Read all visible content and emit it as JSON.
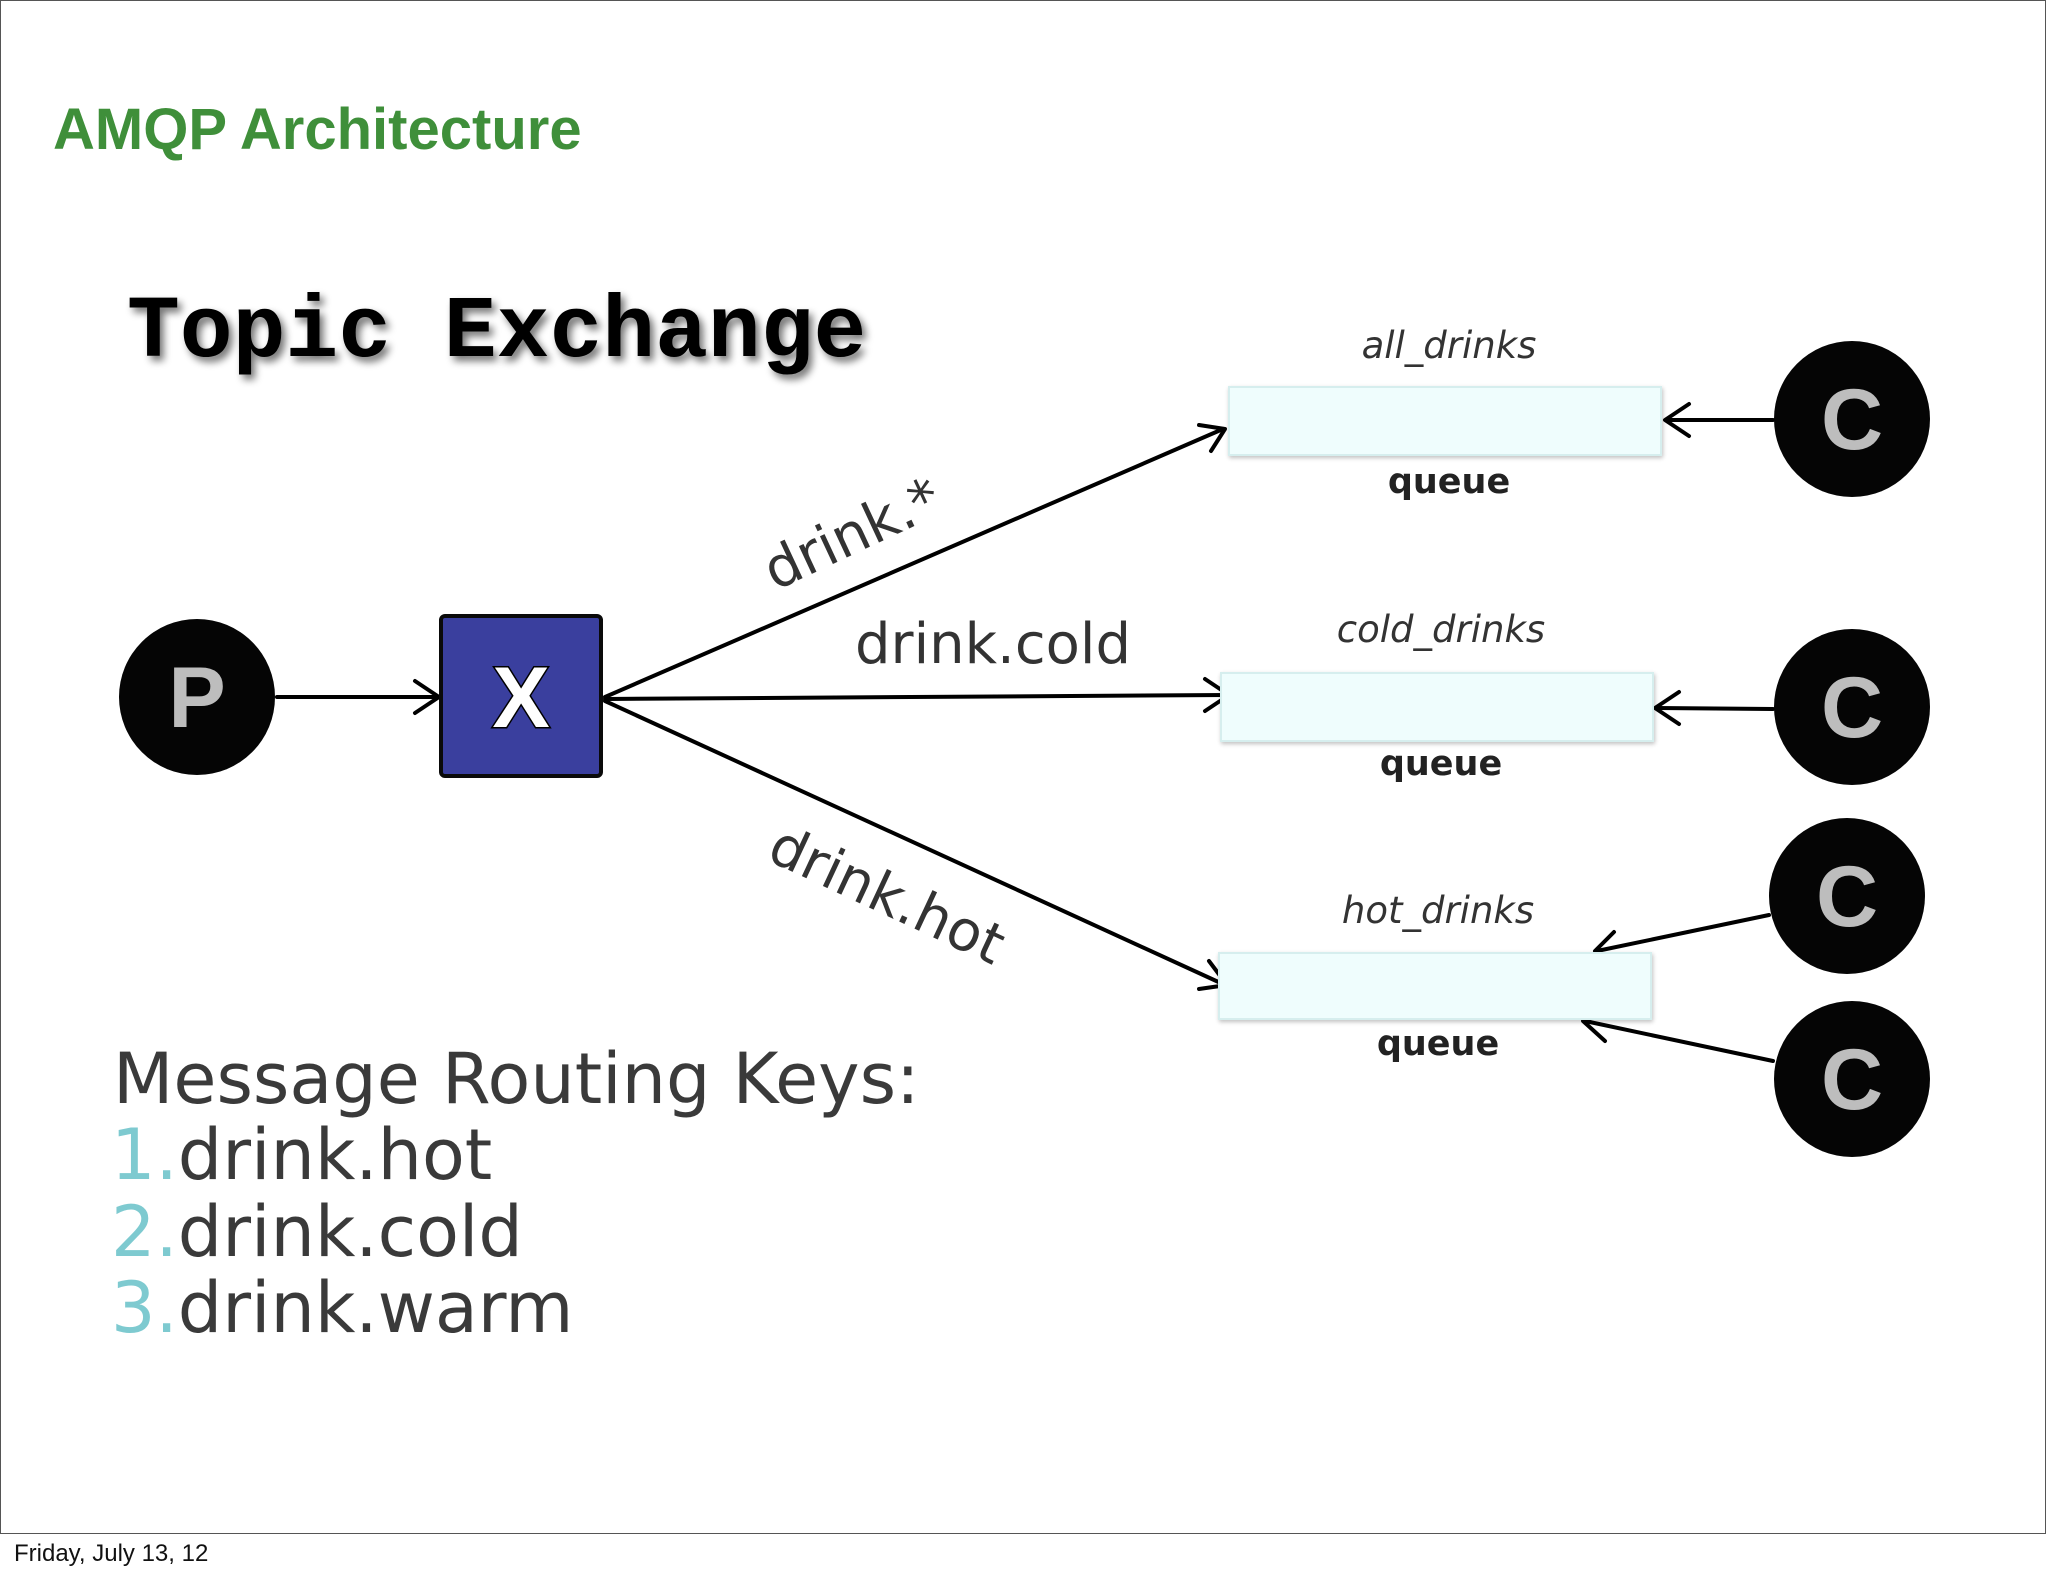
{
  "slide": {
    "title": "AMQP Architecture",
    "subtitle": "Topic Exchange",
    "colors": {
      "title": "#3f8f3a",
      "exchange_fill": "#3a3f9e",
      "queue_fill": "#effdfd",
      "node_fill": "#050505",
      "node_letter": "#bdbdbd",
      "list_number": "#7ecad0"
    }
  },
  "producer": {
    "label": "P"
  },
  "exchange": {
    "label": "X"
  },
  "routes": {
    "all": "drink.*",
    "cold": "drink.cold",
    "hot": "drink.hot"
  },
  "queues": [
    {
      "name": "all_drinks",
      "label": "queue"
    },
    {
      "name": "cold_drinks",
      "label": "queue"
    },
    {
      "name": "hot_drinks",
      "label": "queue"
    }
  ],
  "consumers": [
    {
      "label": "C"
    },
    {
      "label": "C"
    },
    {
      "label": "C"
    },
    {
      "label": "C"
    }
  ],
  "routing_keys": {
    "heading": "Message Routing Keys:",
    "items": [
      {
        "num": "1.",
        "text": "drink.hot"
      },
      {
        "num": "2.",
        "text": "drink.cold"
      },
      {
        "num": "3.",
        "text": "drink.warm"
      }
    ]
  },
  "footer": {
    "date": "Friday, July 13, 12"
  }
}
